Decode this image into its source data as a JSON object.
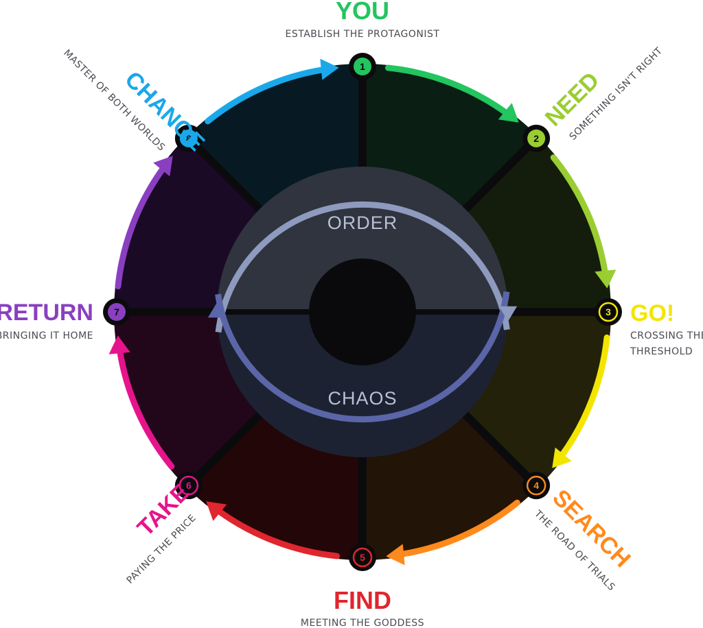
{
  "stages": [
    {
      "num": "1",
      "title": "YOU",
      "subtitle": "ESTABLISH THE PROTAGONIST",
      "color": "#22c55e",
      "fill": "#0a1e14"
    },
    {
      "num": "2",
      "title": "NEED",
      "subtitle": "SOMETHING ISN'T RIGHT",
      "color": "#9acd32",
      "fill": "#141d0c"
    },
    {
      "num": "3",
      "title": "GO!",
      "subtitle_lines": [
        "CROSSING THE",
        "THRESHOLD"
      ],
      "color": "#f2e600",
      "fill": "#23210a"
    },
    {
      "num": "4",
      "title": "SEARCH",
      "subtitle": "THE ROAD OF TRIALS",
      "color": "#ff8a1c",
      "fill": "#221406"
    },
    {
      "num": "5",
      "title": "FIND",
      "subtitle": "MEETING THE GODDESS",
      "color": "#e0262e",
      "fill": "#220608"
    },
    {
      "num": "6",
      "title": "TAKE",
      "subtitle": "PAYING THE PRICE",
      "color": "#e6148c",
      "fill": "#22061a"
    },
    {
      "num": "7",
      "title": "RETURN",
      "subtitle": "BRINGING IT HOME",
      "color": "#8a3fc0",
      "fill": "#1a0a26"
    },
    {
      "num": "8",
      "title": "CHANGE",
      "subtitle": "MASTER OF BOTH WORLDS",
      "color": "#1aa8ea",
      "fill": "#071a24"
    }
  ],
  "center": {
    "top_label": "ORDER",
    "bottom_label": "CHAOS",
    "top_color": "#30343e",
    "bottom_color": "#1d2232",
    "top_ring": "#8e9bbf",
    "bottom_ring": "#5a66a8"
  }
}
